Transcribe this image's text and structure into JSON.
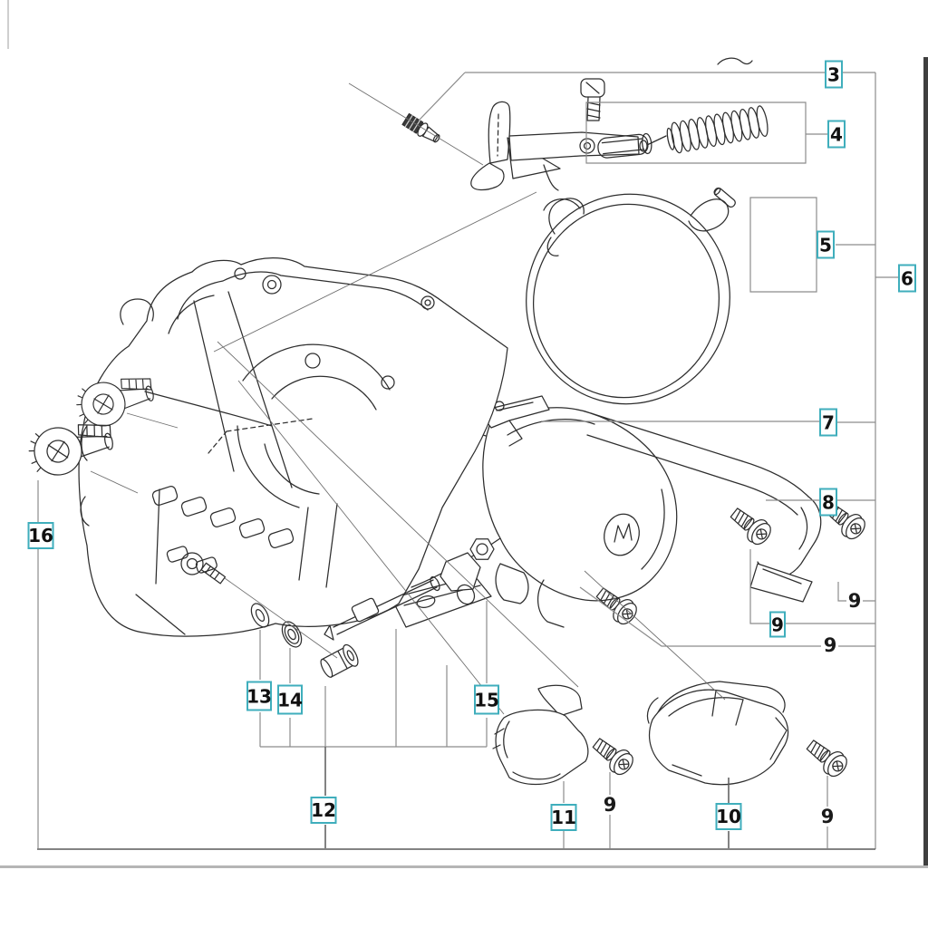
{
  "diagram": {
    "kind": "exploded-parts-diagram",
    "colors": {
      "callout_border": "#3faebc",
      "callout_fill": "#fdffff",
      "leader_line": "#8c8c8c",
      "drawing_line": "#2e2e2e",
      "page_right_edge": "#3f3f3f",
      "bottom_divider": "#b5b5b5"
    },
    "callouts": [
      {
        "label": "3"
      },
      {
        "label": "4"
      },
      {
        "label": "5"
      },
      {
        "label": "6"
      },
      {
        "label": "7"
      },
      {
        "label": "8"
      },
      {
        "label": "9"
      },
      {
        "label": "10"
      },
      {
        "label": "11"
      },
      {
        "label": "12"
      },
      {
        "label": "13"
      },
      {
        "label": "14"
      },
      {
        "label": "15"
      },
      {
        "label": "16"
      }
    ],
    "screw_labels": [
      {
        "label": "9"
      },
      {
        "label": "9"
      },
      {
        "label": "9"
      },
      {
        "label": "9"
      }
    ]
  }
}
